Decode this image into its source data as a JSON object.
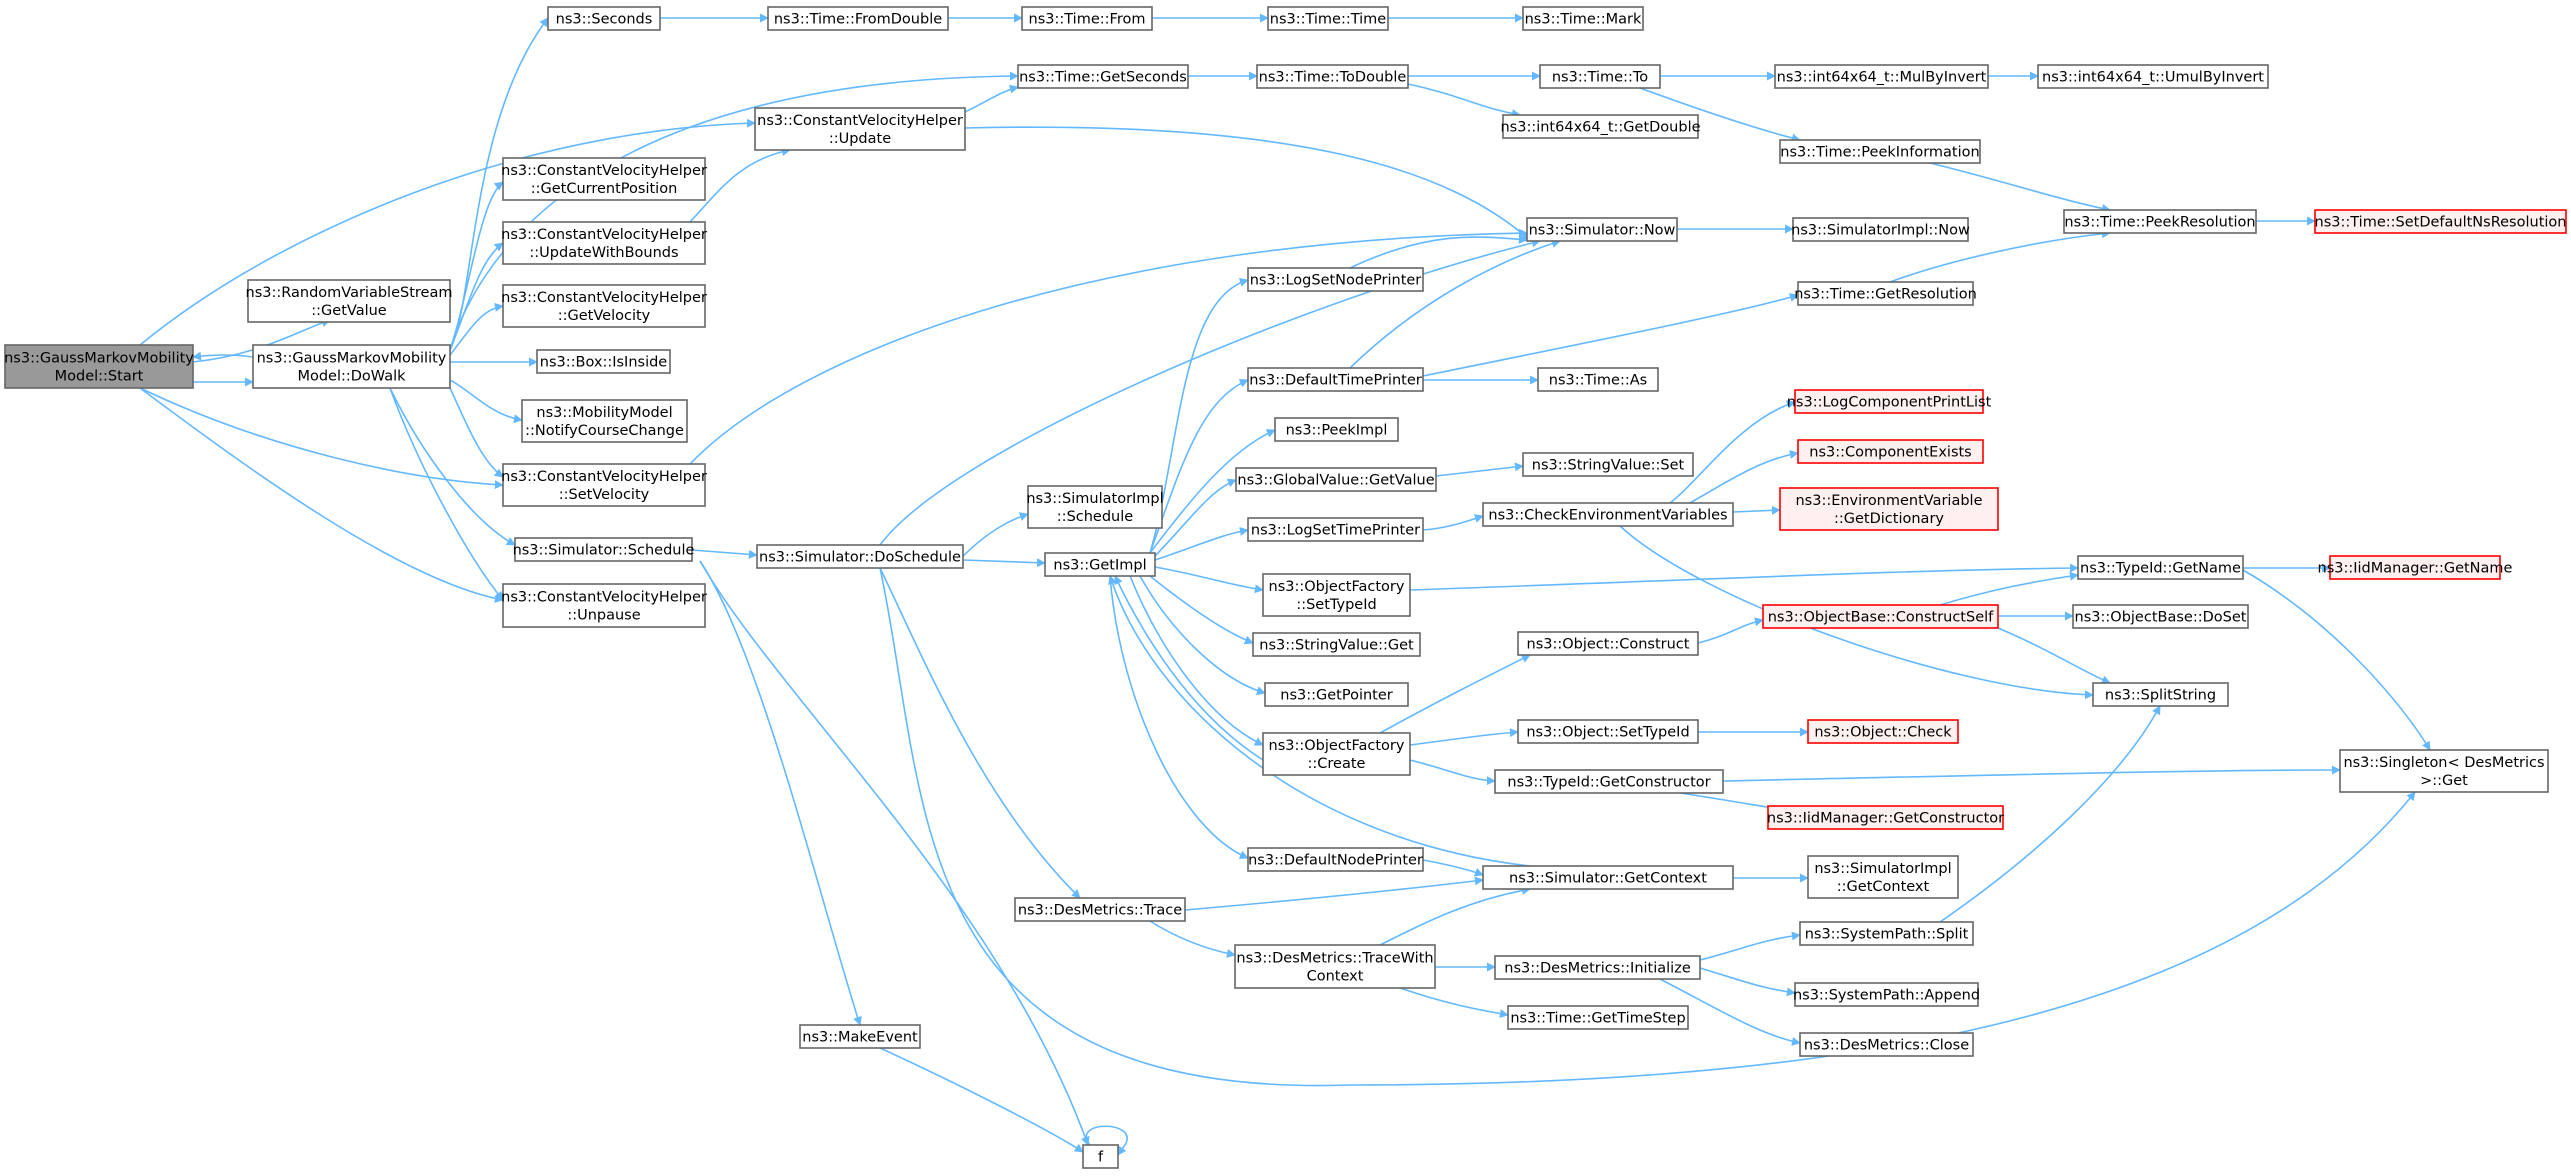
{
  "colors": {
    "edge": "#63b8ff",
    "node_border": "#666666",
    "node_fill": "#ffffff",
    "root_fill": "#999999",
    "missing_border": "#ff0000",
    "missing_fill": "#fff0f0"
  },
  "nodes": [
    {
      "id": "start",
      "lines": [
        "ns3::GaussMarkovMobility",
        "Model::Start"
      ],
      "style": "root"
    },
    {
      "id": "dowalk",
      "lines": [
        "ns3::GaussMarkovMobility",
        "Model::DoWalk"
      ]
    },
    {
      "id": "rvs_getvalue",
      "lines": [
        "ns3::RandomVariableStream",
        "::GetValue"
      ]
    },
    {
      "id": "seconds",
      "lines": [
        "ns3::Seconds"
      ]
    },
    {
      "id": "cvh_getcurpos",
      "lines": [
        "ns3::ConstantVelocityHelper",
        "::GetCurrentPosition"
      ]
    },
    {
      "id": "cvh_updatebounds",
      "lines": [
        "ns3::ConstantVelocityHelper",
        "::UpdateWithBounds"
      ]
    },
    {
      "id": "cvh_getvelocity",
      "lines": [
        "ns3::ConstantVelocityHelper",
        "::GetVelocity"
      ]
    },
    {
      "id": "box_isinside",
      "lines": [
        "ns3::Box::IsInside"
      ]
    },
    {
      "id": "mm_notify",
      "lines": [
        "ns3::MobilityModel",
        "::NotifyCourseChange"
      ]
    },
    {
      "id": "cvh_setvelocity",
      "lines": [
        "ns3::ConstantVelocityHelper",
        "::SetVelocity"
      ]
    },
    {
      "id": "sim_schedule",
      "lines": [
        "ns3::Simulator::Schedule"
      ]
    },
    {
      "id": "cvh_unpause",
      "lines": [
        "ns3::ConstantVelocityHelper",
        "::Unpause"
      ]
    },
    {
      "id": "cvh_update",
      "lines": [
        "ns3::ConstantVelocityHelper",
        "::Update"
      ]
    },
    {
      "id": "sim_doschedule",
      "lines": [
        "ns3::Simulator::DoSchedule"
      ]
    },
    {
      "id": "makeevent",
      "lines": [
        "ns3::MakeEvent"
      ]
    },
    {
      "id": "f",
      "lines": [
        "f"
      ]
    },
    {
      "id": "time_fromdouble",
      "lines": [
        "ns3::Time::FromDouble"
      ]
    },
    {
      "id": "time_from",
      "lines": [
        "ns3::Time::From"
      ]
    },
    {
      "id": "time_time",
      "lines": [
        "ns3::Time::Time"
      ]
    },
    {
      "id": "time_mark",
      "lines": [
        "ns3::Time::Mark"
      ]
    },
    {
      "id": "time_getseconds",
      "lines": [
        "ns3::Time::GetSeconds"
      ]
    },
    {
      "id": "time_todouble",
      "lines": [
        "ns3::Time::ToDouble"
      ]
    },
    {
      "id": "time_to",
      "lines": [
        "ns3::Time::To"
      ]
    },
    {
      "id": "int64_mulbyinvert",
      "lines": [
        "ns3::int64x64_t::MulByInvert"
      ]
    },
    {
      "id": "int64_umulbyinvert",
      "lines": [
        "ns3::int64x64_t::UmulByInvert"
      ]
    },
    {
      "id": "int64_getdouble",
      "lines": [
        "ns3::int64x64_t::GetDouble"
      ]
    },
    {
      "id": "time_peekinfo",
      "lines": [
        "ns3::Time::PeekInformation"
      ]
    },
    {
      "id": "time_peekres",
      "lines": [
        "ns3::Time::PeekResolution"
      ]
    },
    {
      "id": "time_setdefaultns",
      "lines": [
        "ns3::Time::SetDefaultNsResolution"
      ],
      "style": "red"
    },
    {
      "id": "sim_now",
      "lines": [
        "ns3::Simulator::Now"
      ]
    },
    {
      "id": "simimpl_now",
      "lines": [
        "ns3::SimulatorImpl::Now"
      ]
    },
    {
      "id": "time_getres",
      "lines": [
        "ns3::Time::GetResolution"
      ]
    },
    {
      "id": "time_as",
      "lines": [
        "ns3::Time::As"
      ]
    },
    {
      "id": "simimpl_schedule",
      "lines": [
        "ns3::SimulatorImpl",
        "::Schedule"
      ]
    },
    {
      "id": "getimpl",
      "lines": [
        "ns3::GetImpl"
      ]
    },
    {
      "id": "logsetnodeprinter",
      "lines": [
        "ns3::LogSetNodePrinter"
      ]
    },
    {
      "id": "defaulttimeprinter",
      "lines": [
        "ns3::DefaultTimePrinter"
      ]
    },
    {
      "id": "peekimpl",
      "lines": [
        "ns3::PeekImpl"
      ]
    },
    {
      "id": "gv_getvalue",
      "lines": [
        "ns3::GlobalValue::GetValue"
      ]
    },
    {
      "id": "logsettimeprinter",
      "lines": [
        "ns3::LogSetTimePrinter"
      ]
    },
    {
      "id": "of_settypeid",
      "lines": [
        "ns3::ObjectFactory",
        "::SetTypeId"
      ]
    },
    {
      "id": "sv_get",
      "lines": [
        "ns3::StringValue::Get"
      ]
    },
    {
      "id": "getpointer",
      "lines": [
        "ns3::GetPointer"
      ]
    },
    {
      "id": "of_create",
      "lines": [
        "ns3::ObjectFactory",
        "::Create"
      ]
    },
    {
      "id": "defaultnodeprinter",
      "lines": [
        "ns3::DefaultNodePrinter"
      ]
    },
    {
      "id": "sv_set",
      "lines": [
        "ns3::StringValue::Set"
      ]
    },
    {
      "id": "checkenv",
      "lines": [
        "ns3::CheckEnvironmentVariables"
      ]
    },
    {
      "id": "logcomplist",
      "lines": [
        "ns3::LogComponentPrintList"
      ],
      "style": "red"
    },
    {
      "id": "compexists",
      "lines": [
        "ns3::ComponentExists"
      ],
      "style": "red"
    },
    {
      "id": "envvar_getdict",
      "lines": [
        "ns3::EnvironmentVariable",
        "::GetDictionary"
      ],
      "style": "red"
    },
    {
      "id": "typeid_getname",
      "lines": [
        "ns3::TypeId::GetName"
      ]
    },
    {
      "id": "iid_getname",
      "lines": [
        "ns3::IidManager::GetName"
      ],
      "style": "red"
    },
    {
      "id": "obj_construct",
      "lines": [
        "ns3::Object::Construct"
      ]
    },
    {
      "id": "ob_constructself",
      "lines": [
        "ns3::ObjectBase::ConstructSelf"
      ],
      "style": "red"
    },
    {
      "id": "ob_doset",
      "lines": [
        "ns3::ObjectBase::DoSet"
      ]
    },
    {
      "id": "splitstring",
      "lines": [
        "ns3::SplitString"
      ]
    },
    {
      "id": "obj_settypeid",
      "lines": [
        "ns3::Object::SetTypeId"
      ]
    },
    {
      "id": "obj_check",
      "lines": [
        "ns3::Object::Check"
      ],
      "style": "red"
    },
    {
      "id": "typeid_getconstructor",
      "lines": [
        "ns3::TypeId::GetConstructor"
      ]
    },
    {
      "id": "singleton_get",
      "lines": [
        "ns3::Singleton< DesMetrics",
        " >::Get"
      ]
    },
    {
      "id": "iid_getconstructor",
      "lines": [
        "ns3::IidManager::GetConstructor"
      ],
      "style": "red"
    },
    {
      "id": "sim_getcontext",
      "lines": [
        "ns3::Simulator::GetContext"
      ]
    },
    {
      "id": "simimpl_getcontext",
      "lines": [
        "ns3::SimulatorImpl",
        "::GetContext"
      ]
    },
    {
      "id": "desmetrics_trace",
      "lines": [
        "ns3::DesMetrics::Trace"
      ]
    },
    {
      "id": "desmetrics_tracewithcontext",
      "lines": [
        "ns3::DesMetrics::TraceWith",
        "Context"
      ]
    },
    {
      "id": "desmetrics_initialize",
      "lines": [
        "ns3::DesMetrics::Initialize"
      ]
    },
    {
      "id": "systempath_split",
      "lines": [
        "ns3::SystemPath::Split"
      ]
    },
    {
      "id": "systempath_append",
      "lines": [
        "ns3::SystemPath::Append"
      ]
    },
    {
      "id": "desmetrics_close",
      "lines": [
        "ns3::DesMetrics::Close"
      ]
    },
    {
      "id": "time_gettimestep",
      "lines": [
        "ns3::Time::GetTimeStep"
      ]
    }
  ]
}
